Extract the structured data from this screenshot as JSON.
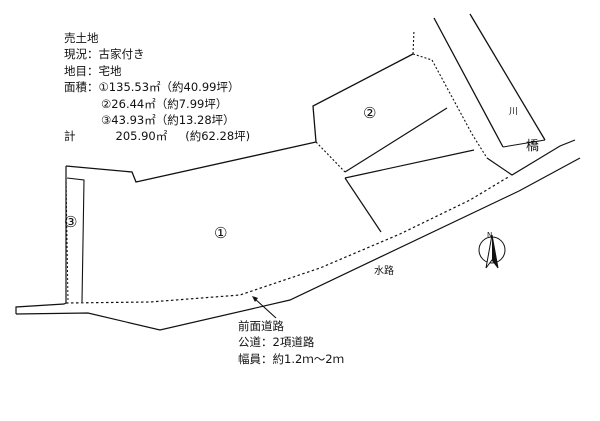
{
  "info": {
    "title": "売土地",
    "status": "現況：古家付き",
    "land_category": "地目：宅地",
    "area_1": "面積：①135.53㎡（約40.99坪）",
    "area_2": "②26.44㎡（約7.99坪）",
    "area_3": "③43.93㎡（約13.28坪）",
    "total_label": "計",
    "total_value": "205.90㎡",
    "total_tsubo": "(約62.28坪)"
  },
  "labels": {
    "plot1": "①",
    "plot2": "②",
    "plot3": "③",
    "river_small": "川",
    "bridge": "橋",
    "waterway": "水路",
    "north": "N"
  },
  "road": {
    "title": "前面道路",
    "type": "公道：2項道路",
    "width": "幅員：約1.2ｍ～2ｍ"
  },
  "colors": {
    "line": "#111111",
    "background": "#ffffff"
  }
}
